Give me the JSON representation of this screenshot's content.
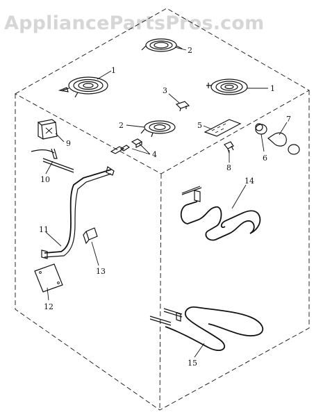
{
  "watermark": "AppliancePartsPros.com",
  "callouts": {
    "c1a": "1",
    "c1b": "1",
    "c2a": "2",
    "c2b": "2",
    "c3": "3",
    "c4": "4",
    "c5": "5",
    "c6": "6",
    "c7": "7",
    "c8": "8",
    "c9": "9",
    "c10": "10",
    "c11": "11",
    "c12": "12",
    "c13": "13",
    "c14": "14",
    "c15": "15"
  }
}
